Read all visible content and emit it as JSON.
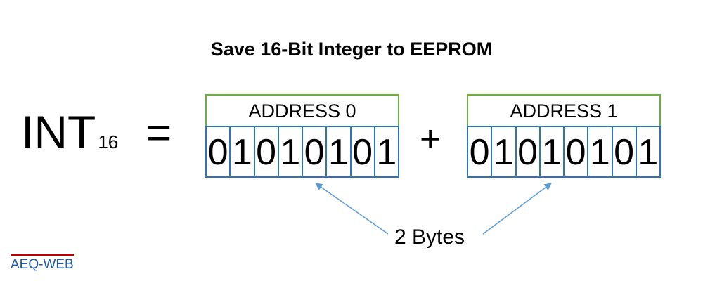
{
  "title": "Save 16-Bit Integer to EEPROM",
  "int_label": {
    "main": "INT",
    "subscript": "16"
  },
  "equals_sign": "=",
  "plus_sign": "+",
  "bytes": [
    {
      "address": "ADDRESS 0",
      "bits": [
        "0",
        "1",
        "0",
        "1",
        "0",
        "1",
        "0",
        "1"
      ]
    },
    {
      "address": "ADDRESS 1",
      "bits": [
        "0",
        "1",
        "0",
        "1",
        "0",
        "1",
        "0",
        "1"
      ]
    }
  ],
  "bytes_label": "2 Bytes",
  "logo": "AEQ-WEB",
  "colors": {
    "address_border": "#70ad47",
    "bits_border": "#2e75b6",
    "arrow": "#5b9bd5",
    "logo_text": "#1f5aa6",
    "logo_line": "#c00000"
  }
}
